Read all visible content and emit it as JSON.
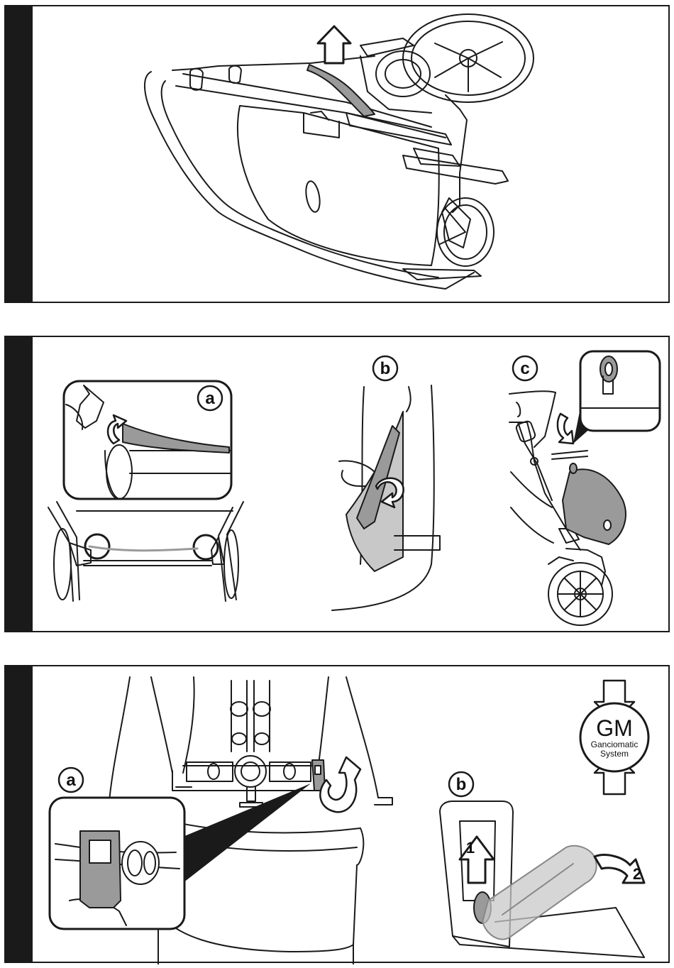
{
  "panel2": {
    "label_a": "a",
    "label_b": "b",
    "label_c": "c"
  },
  "panel3": {
    "label_a": "a",
    "label_b": "b",
    "gm_logo": {
      "title": "GM",
      "line1": "Ganciomatic",
      "line2": "System"
    },
    "step1": "1",
    "step2": "2"
  },
  "colors": {
    "line": "#1a1a1a",
    "fill_grey": "#9a9a9a",
    "fill_light_grey": "#c8c8c8"
  },
  "icons": [
    "up-arrow-icon",
    "rotate-arrow-icon",
    "curved-arrow-icon",
    "circle-marker-icon"
  ]
}
